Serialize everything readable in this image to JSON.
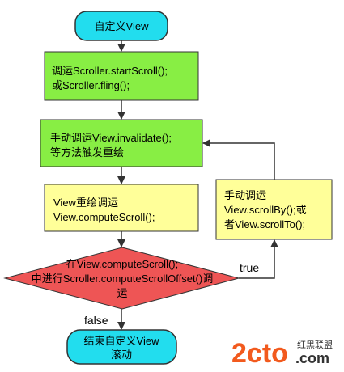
{
  "nodes": {
    "start": {
      "text": "自定义View"
    },
    "start_scroll": {
      "lines": [
        "调运Scroller.startScroll();",
        "或Scroller.fling();"
      ]
    },
    "invalidate": {
      "lines": [
        "手动调运View.invalidate();",
        "等方法触发重绘"
      ]
    },
    "compute": {
      "lines": [
        "View重绘调运",
        "View.computeScroll();"
      ]
    },
    "decision": {
      "lines": [
        "在View.computeScroll();",
        "中进行Scroller.computeScrollOffset()调",
        "运"
      ]
    },
    "scroll_by": {
      "lines": [
        "手动调运",
        "View.scrollBy();或",
        "者View.scrollTo();"
      ]
    },
    "end": {
      "lines": [
        "结束自定义View",
        "滚动"
      ]
    }
  },
  "edges": {
    "true_label": "true",
    "false_label": "false"
  },
  "watermark": {
    "logo": "2cto",
    "suffix": ".com",
    "cn": "红黑联盟"
  },
  "colors": {
    "terminal_fill": "#22ddee",
    "process_green_fill": "#88ee44",
    "process_yellow_fill": "#ffff99",
    "decision_fill": "#ee5555",
    "arrow": "#333333"
  }
}
